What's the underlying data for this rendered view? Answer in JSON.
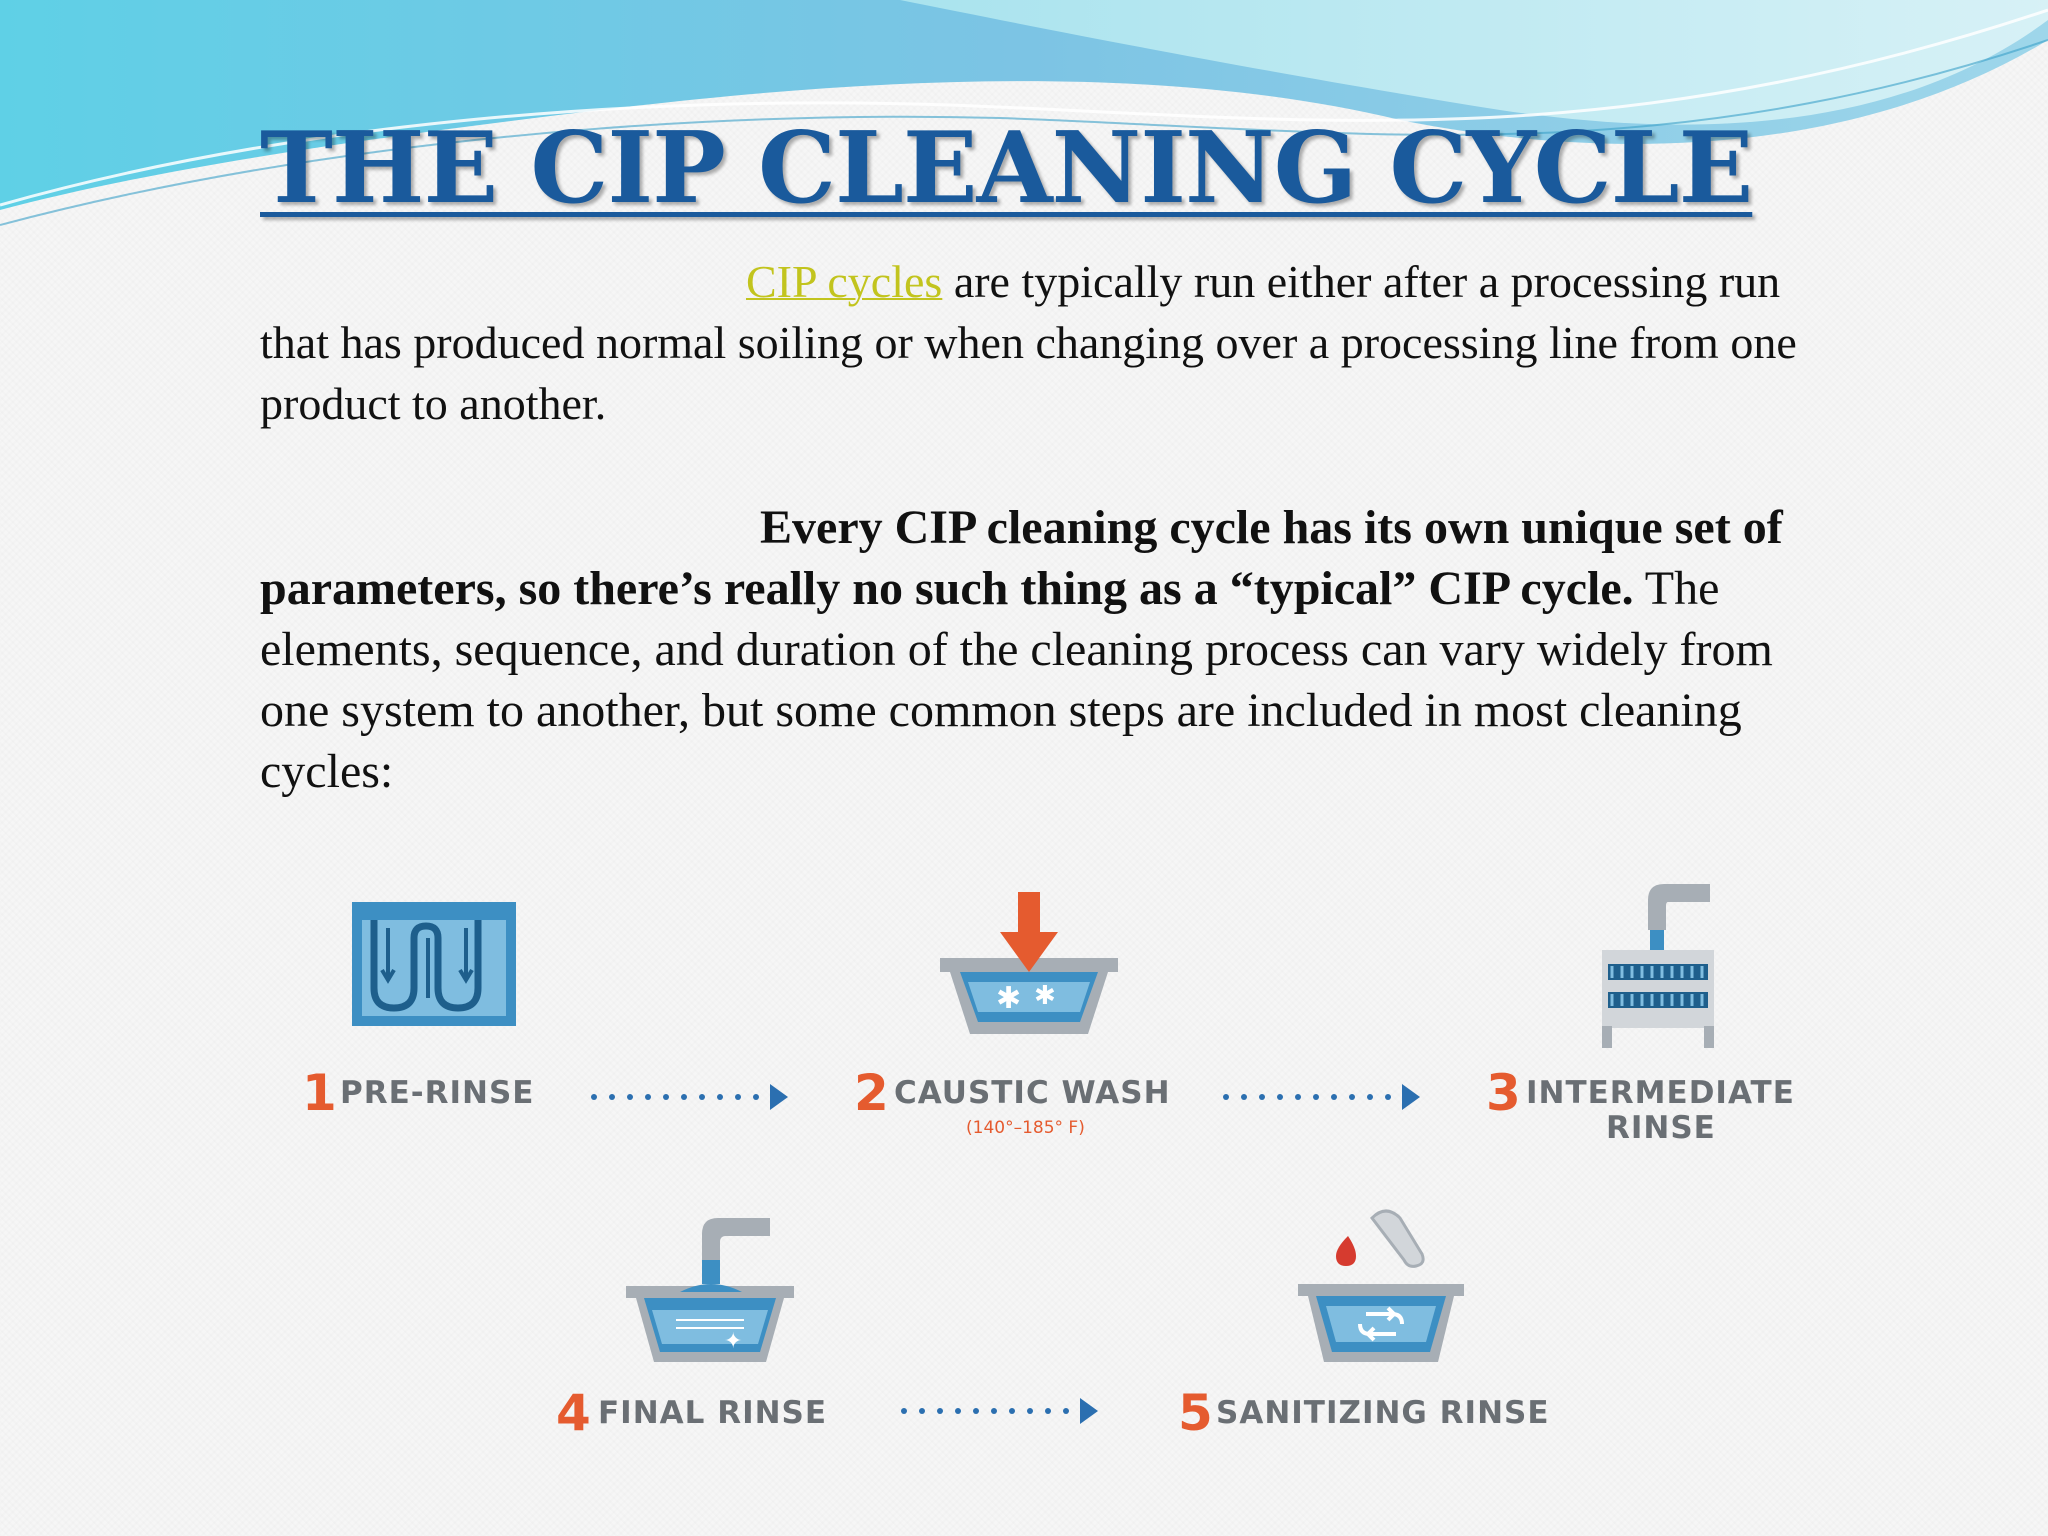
{
  "slide": {
    "title": "THE CIP CLEANING CYCLE",
    "paragraph1": {
      "link_text": "CIP cycles",
      "text_after_link": " are typically run either after a processing run that has produced normal soiling or when changing over a processing line from one product to another."
    },
    "paragraph2": {
      "bold_text": "Every CIP cleaning cycle has its own unique set of parameters, so there’s really no such thing as a “typical” CIP cycle.",
      "regular_text": " The elements, sequence, and duration of the cleaning process can vary widely from one system to another, but some common steps are included in most cleaning cycles:"
    }
  },
  "steps": [
    {
      "number": "1",
      "label": "PRE-RINSE",
      "icon": "pipes-tank-icon"
    },
    {
      "number": "2",
      "label": "CAUSTIC WASH",
      "sublabel": "(140°–185° F)",
      "icon": "caustic-tank-icon"
    },
    {
      "number": "3",
      "label_line1": "INTERMEDIATE",
      "label_line2": "RINSE",
      "icon": "rinse-rack-icon"
    },
    {
      "number": "4",
      "label": "FINAL RINSE",
      "icon": "faucet-tank-icon"
    },
    {
      "number": "5",
      "label": "SANITIZING RINSE",
      "icon": "sanitize-tank-icon"
    }
  ],
  "colors": {
    "title": "#1a5a9c",
    "link": "#c2c41e",
    "step_number": "#e55b2f",
    "step_label": "#6a6f74",
    "icon_blue": "#3d8fc3",
    "icon_light_blue": "#7fbde0",
    "arrow": "#2b6fb0"
  }
}
